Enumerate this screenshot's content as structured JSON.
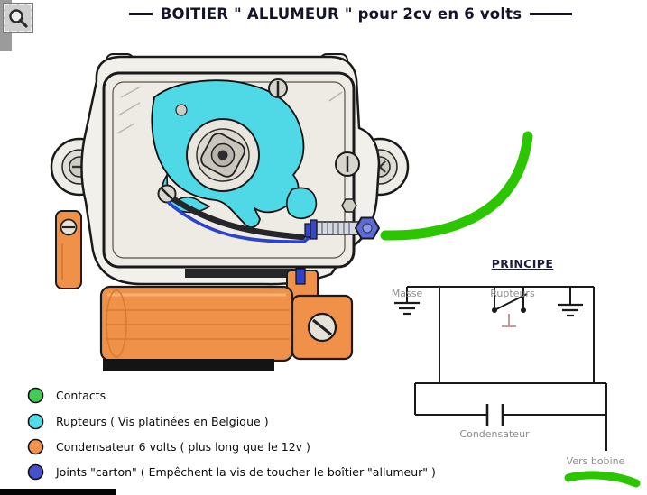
{
  "page": {
    "title": "BOITIER \" ALLUMEUR \" pour 2cv en 6 volts"
  },
  "icons": {
    "zoom": "magnifier"
  },
  "legend": {
    "items": [
      {
        "label": "Contacts",
        "color": "#44ca55"
      },
      {
        "label": "Rupteurs ( Vis platinées en Belgique )",
        "color": "#52dbe8"
      },
      {
        "label": "Condensateur 6 volts ( plus long que le 12v )",
        "color": "#f4914c"
      },
      {
        "label": "Joints \"carton\" ( Empêchent la vis de toucher le boîtier \"allumeur\" )",
        "color": "#4450cc"
      }
    ]
  },
  "schematic": {
    "title": "PRINCIPE",
    "labels": {
      "masse": "Masse",
      "rupteurs": "Rupteurs",
      "condensateur": "Condensateur",
      "vers_bobine": "Vers bobine"
    }
  },
  "annotations": {
    "marker_color": "#2bc600"
  }
}
